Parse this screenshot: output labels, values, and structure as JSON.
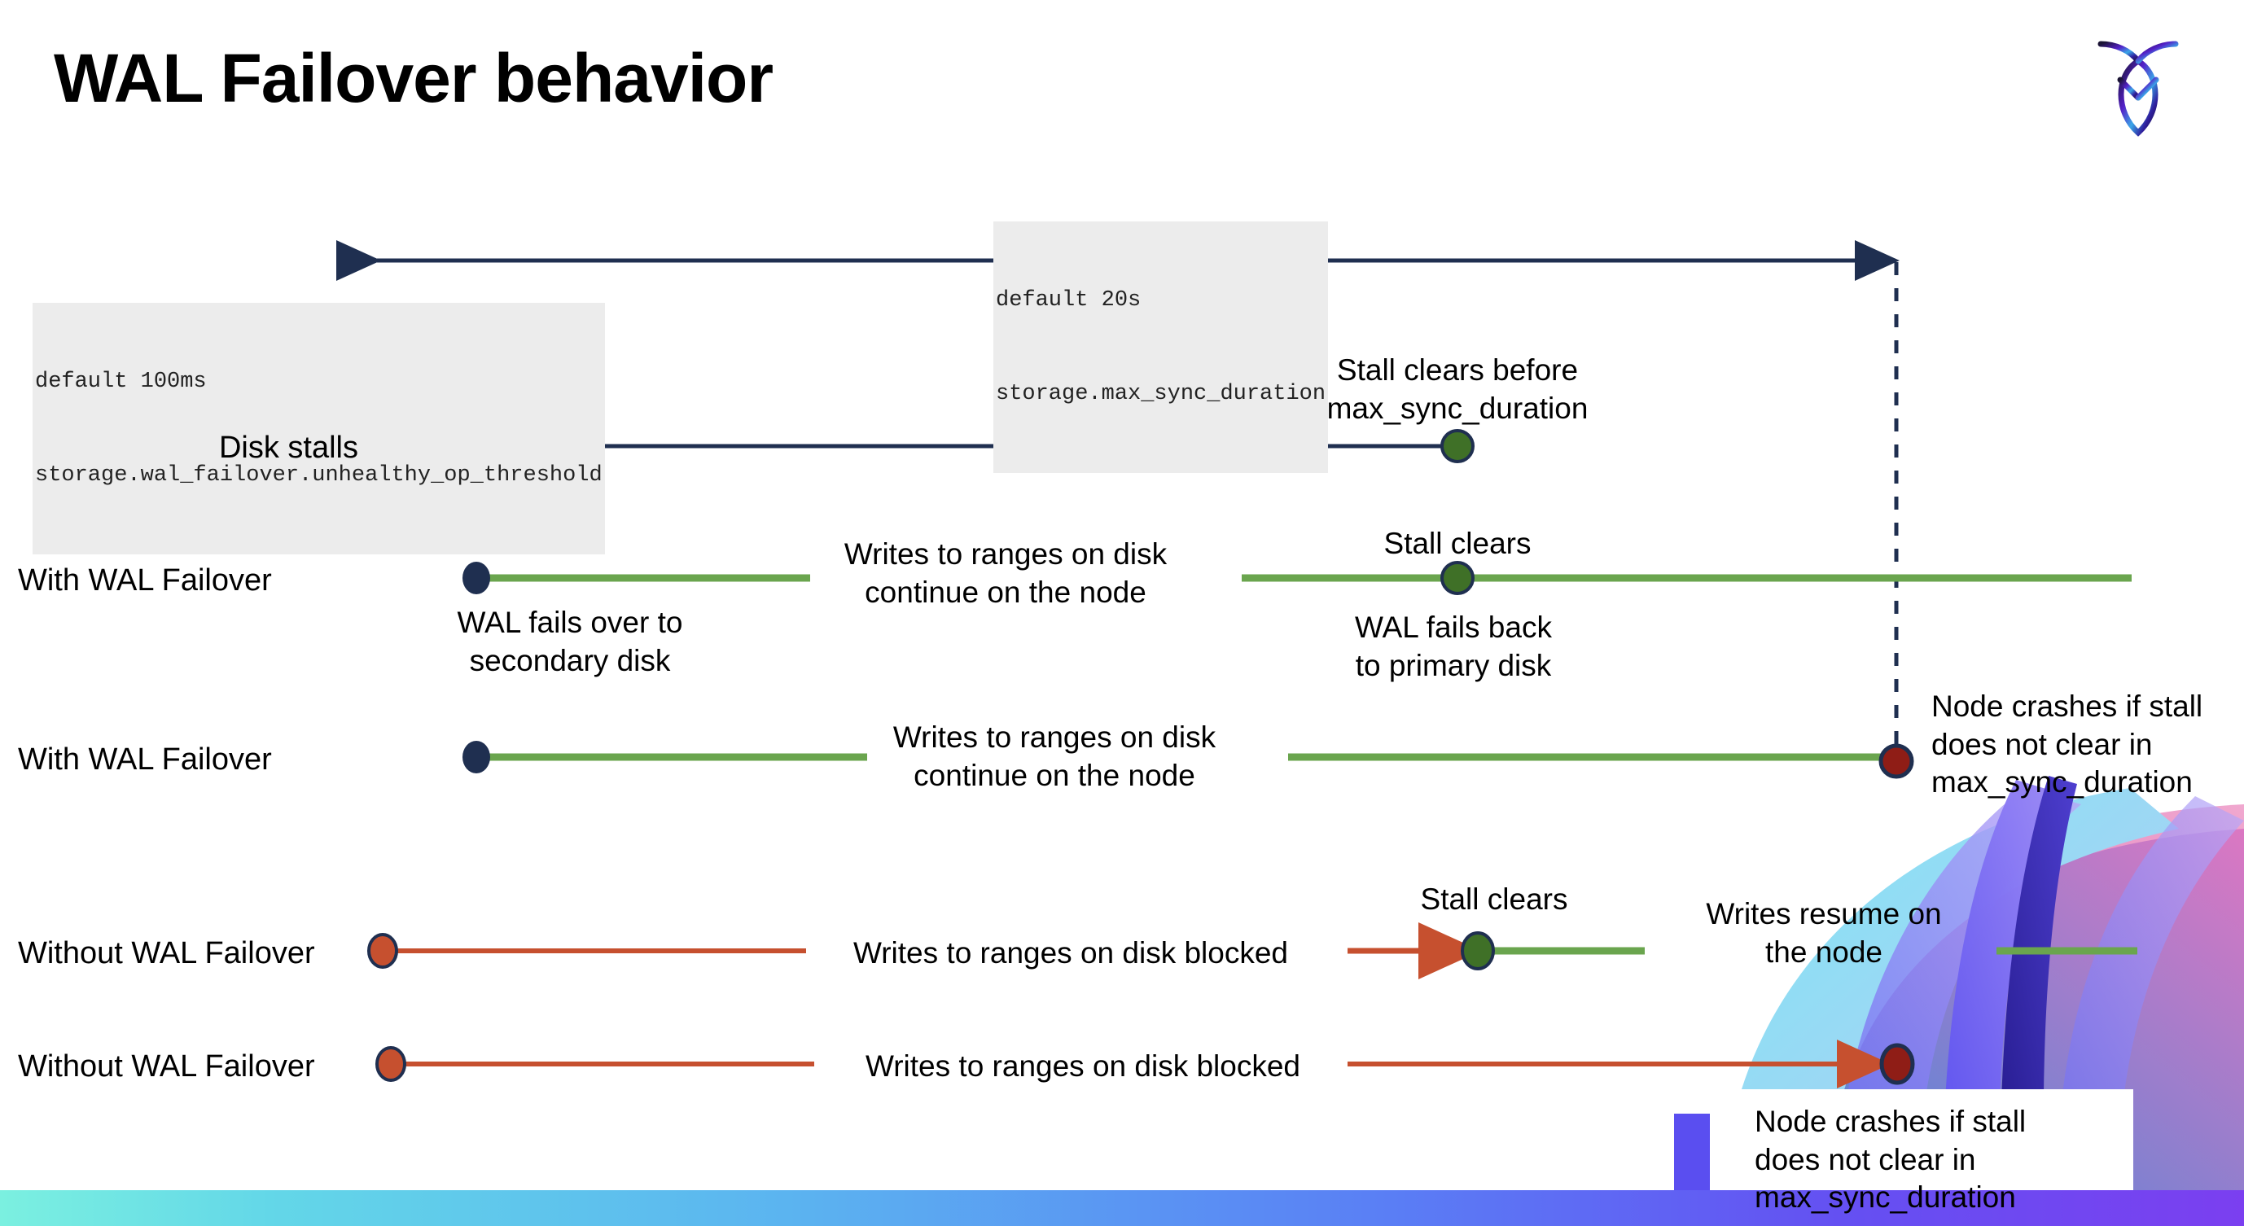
{
  "slide": {
    "title": "WAL Failover behavior",
    "logo_name": "cockroachdb-logo"
  },
  "colors": {
    "navy": "#1f2f50",
    "green": "#6aa54e",
    "orange": "#c6502f",
    "dark_red": "#8f1d16",
    "green_dot": "#3f7027",
    "chip_bg": "#ececec",
    "text": "#000000"
  },
  "annotations": {
    "max_sync": {
      "line1": "default 20s",
      "line2": "storage.max_sync_duration"
    },
    "unhealthy_op": {
      "line1": "default 100ms",
      "line2": "storage.wal_failover.unhealthy_op_threshold"
    }
  },
  "rows": [
    {
      "label": "Disk stalls",
      "note_above": "Stall clears before\nmax_sync_duration"
    },
    {
      "label": "With WAL Failover",
      "note_mid": "Writes to ranges on disk\ncontinue on the node",
      "note_above": "Stall clears",
      "note_below_left": "WAL fails over to\nsecondary disk",
      "note_below_right": "WAL fails  back\nto primary disk"
    },
    {
      "label": "With WAL Failover",
      "note_mid": "Writes to ranges on disk\ncontinue on the node",
      "note_right": "Node crashes if stall\ndoes not clear in\nmax_sync_duration"
    },
    {
      "label": "Without WAL Failover",
      "note_mid": "Writes to ranges on disk  blocked",
      "note_above": "Stall clears",
      "note_right": "Writes resume on\nthe node"
    },
    {
      "label": "Without WAL Failover",
      "note_mid": "Writes to ranges on disk  blocked",
      "note_below_right": "Node crashes if stall\ndoes not clear in\nmax_sync_duration"
    }
  ]
}
